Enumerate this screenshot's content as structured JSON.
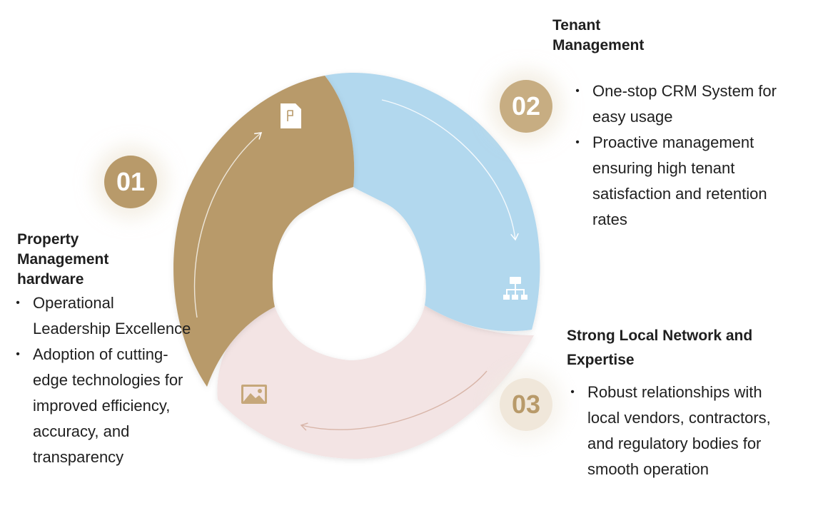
{
  "colors": {
    "segment_1": "#b89a6a",
    "segment_2": "#b2d8ee",
    "segment_3": "#f3e4e4",
    "badge_1": "#b89a6a",
    "badge_2": "#c7ad82",
    "badge_3_bg": "#f0e7da",
    "badge_3_text": "#b89a6a"
  },
  "steps": [
    {
      "number": "01",
      "icon": "document-icon",
      "title": "Property Management hardware",
      "bullets": [
        "Operational Leadership Excellence",
        "Adoption of cutting-edge technologies for improved efficiency, accuracy, and transparency"
      ]
    },
    {
      "number": "02",
      "icon": "org-chart-icon",
      "title": "Tenant Management",
      "bullets": [
        "One-stop CRM System for easy usage",
        "Proactive management ensuring high tenant satisfaction and retention rates"
      ]
    },
    {
      "number": "03",
      "icon": "image-icon",
      "title": "Strong Local Network and Expertise",
      "bullets": [
        "Robust relationships with local vendors, contractors, and regulatory bodies for smooth operation"
      ]
    }
  ],
  "bullet_glyph": "•"
}
